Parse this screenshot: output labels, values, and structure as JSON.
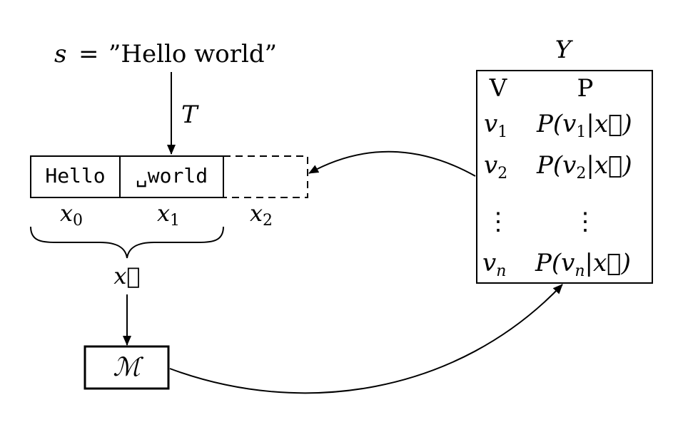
{
  "input_string": {
    "lhs": "s",
    "equals": "=",
    "value": "”Hello world”"
  },
  "tokenizer_label": "T",
  "tokens": [
    {
      "text": "Hello",
      "index_label": "x",
      "index_sub": "0"
    },
    {
      "text": "␣world",
      "index_label": "x",
      "index_sub": "1"
    }
  ],
  "next_token_slot": {
    "index_label": "x",
    "index_sub": "2"
  },
  "sequence_label": "x⃗",
  "model_label": "ℳ",
  "output_table": {
    "title": "Y",
    "headers": {
      "vocab": "V",
      "prob": "P"
    },
    "rows": [
      {
        "v": "v",
        "v_sub": "1",
        "p_pre": "P(",
        "p_var": "v",
        "p_sub": "1",
        "p_post": "|x⃗)"
      },
      {
        "v": "v",
        "v_sub": "2",
        "p_pre": "P(",
        "p_var": "v",
        "p_sub": "2",
        "p_post": "|x⃗)"
      },
      {
        "v": "⋮",
        "v_sub": "",
        "p_pre": "⋮",
        "p_var": "",
        "p_sub": "",
        "p_post": ""
      },
      {
        "v": "v",
        "v_sub": "n",
        "p_pre": "P(",
        "p_var": "v",
        "p_sub": "n",
        "p_post": "|x⃗)"
      }
    ]
  }
}
